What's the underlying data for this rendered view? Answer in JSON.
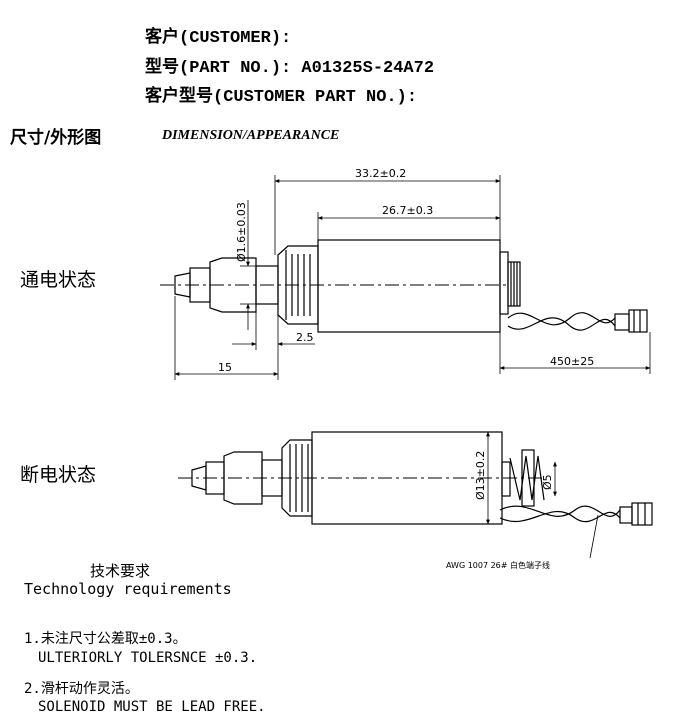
{
  "header": {
    "customer": "客户(CUSTOMER):",
    "part_no": "型号(PART NO.): A01325S-24A72",
    "customer_part_no": "客户型号(CUSTOMER PART NO.):"
  },
  "section": {
    "title_cn": "尺寸/外形图",
    "title_en": "DIMENSION/APPEARANCE"
  },
  "states": {
    "energized": "通电状态",
    "de_energized": "断电状态"
  },
  "dimensions": {
    "overall_length": "33.2±0.2",
    "body_length": "26.7±0.3",
    "shaft_dia": "Ø1.6±0.03",
    "stroke": "2.5",
    "plunger_ext": "15",
    "lead_length": "450±25",
    "body_dia": "Ø13±0.2",
    "spring_dia": "Ø5"
  },
  "wire_note": "AWG 1007 26# 白色端子线",
  "requirements": {
    "title_cn": "技术要求",
    "title_en": "Technology  requirements",
    "item1_cn": "1.未注尺寸公差取±0.3。",
    "item1_en": "ULTERIORLY TOLERSNCE ±0.3.",
    "item2_cn": "2.滑杆动作灵活。",
    "item2_en": "SOLENOID MUST BE LEAD FREE."
  }
}
